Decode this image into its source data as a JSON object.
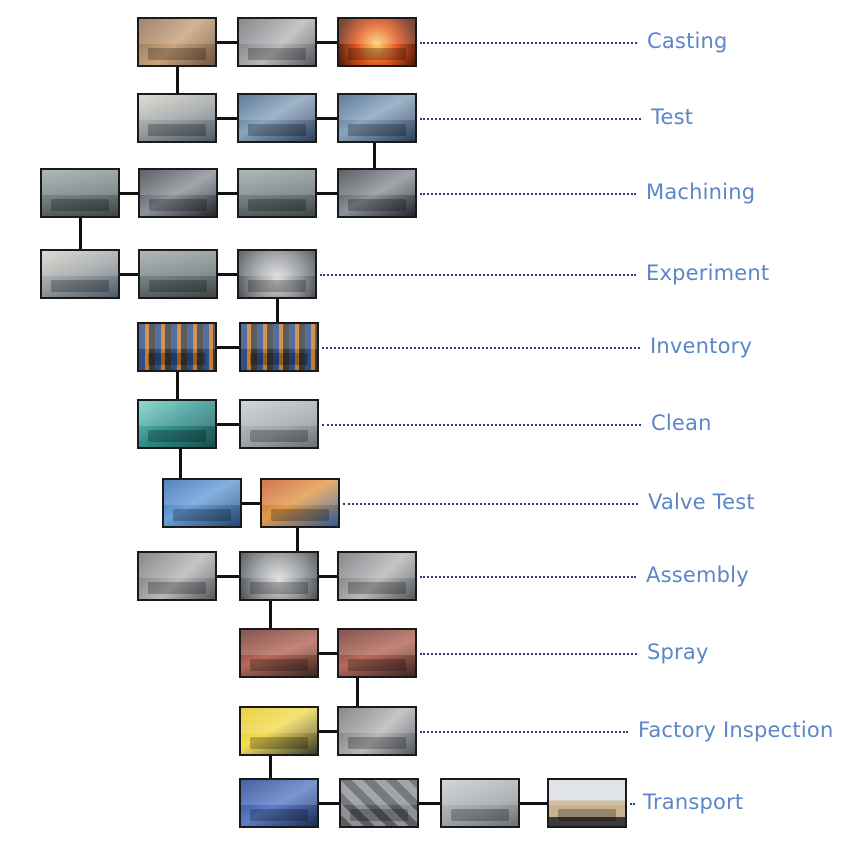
{
  "stages": [
    {
      "label": "Casting",
      "photos": [
        "casting-photo-1",
        "casting-photo-2",
        "casting-photo-3"
      ]
    },
    {
      "label": "Test",
      "photos": [
        "test-photo-1",
        "test-photo-2",
        "test-photo-3"
      ]
    },
    {
      "label": "Machining",
      "photos": [
        "machining-photo-1",
        "machining-photo-2",
        "machining-photo-3",
        "machining-photo-4"
      ]
    },
    {
      "label": "Experiment",
      "photos": [
        "experiment-photo-1",
        "experiment-photo-2",
        "experiment-photo-3"
      ]
    },
    {
      "label": "Inventory",
      "photos": [
        "inventory-photo-1",
        "inventory-photo-2"
      ]
    },
    {
      "label": "Clean",
      "photos": [
        "clean-photo-1",
        "clean-photo-2"
      ]
    },
    {
      "label": "Valve Test",
      "photos": [
        "valve-test-photo-1",
        "valve-test-photo-2"
      ]
    },
    {
      "label": "Assembly",
      "photos": [
        "assembly-photo-1",
        "assembly-photo-2",
        "assembly-photo-3"
      ]
    },
    {
      "label": "Spray",
      "photos": [
        "spray-photo-1",
        "spray-photo-2"
      ]
    },
    {
      "label": "Factory Inspection",
      "photos": [
        "factory-inspection-photo-1",
        "factory-inspection-photo-2"
      ]
    },
    {
      "label": "Transport",
      "photos": [
        "transport-photo-1",
        "transport-photo-2",
        "transport-photo-3",
        "transport-photo-4"
      ]
    }
  ],
  "colors": {
    "label": "#5b86c9",
    "leader": "#2c3e7a",
    "connector": "#111111"
  }
}
